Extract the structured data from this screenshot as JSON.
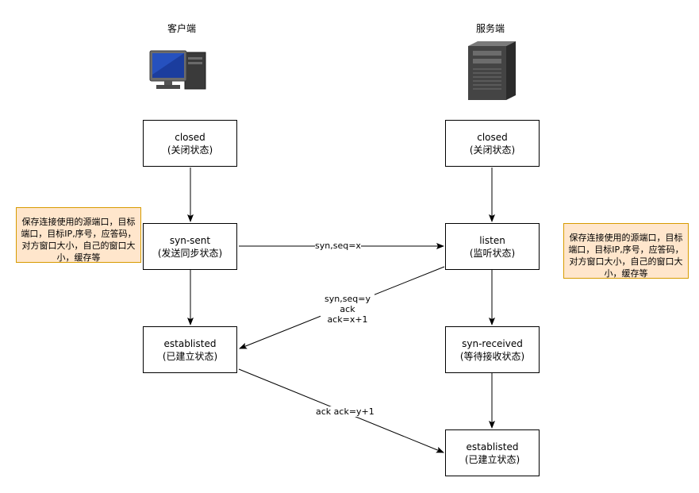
{
  "client": {
    "title": "客户端",
    "icon": "desktop-computer-icon",
    "states": {
      "closed": {
        "name": "closed",
        "desc": "(关闭状态)"
      },
      "syn_sent": {
        "name": "syn-sent",
        "desc": "(发送同步状态)"
      },
      "established": {
        "name": "establisted",
        "desc": "(已建立状态)"
      }
    },
    "note": "保存连接使用的源端口，目标端口，目标IP,序号，应答码，对方窗口大小，自己的窗口大小，缓存等"
  },
  "server": {
    "title": "服务端",
    "icon": "server-tower-icon",
    "states": {
      "closed": {
        "name": "closed",
        "desc": "(关闭状态)"
      },
      "listen": {
        "name": "listen",
        "desc": "(监听状态)"
      },
      "syn_received": {
        "name": "syn-received",
        "desc": "(等待接收状态)"
      },
      "established": {
        "name": "establisted",
        "desc": "(已建立状态)"
      }
    },
    "note": "保存连接使用的源端口，目标端口，目标IP,序号，应答码，对方窗口大小，自己的窗口大小，缓存等"
  },
  "messages": {
    "syn": "syn,seq=x",
    "syn_ack_line1": "syn,seq=y",
    "syn_ack_line2": "ack ack=x+1",
    "ack": "ack ack=y+1"
  },
  "colors": {
    "note_fill": "#ffe6cc",
    "note_border": "#d79b00",
    "line": "#000000"
  }
}
